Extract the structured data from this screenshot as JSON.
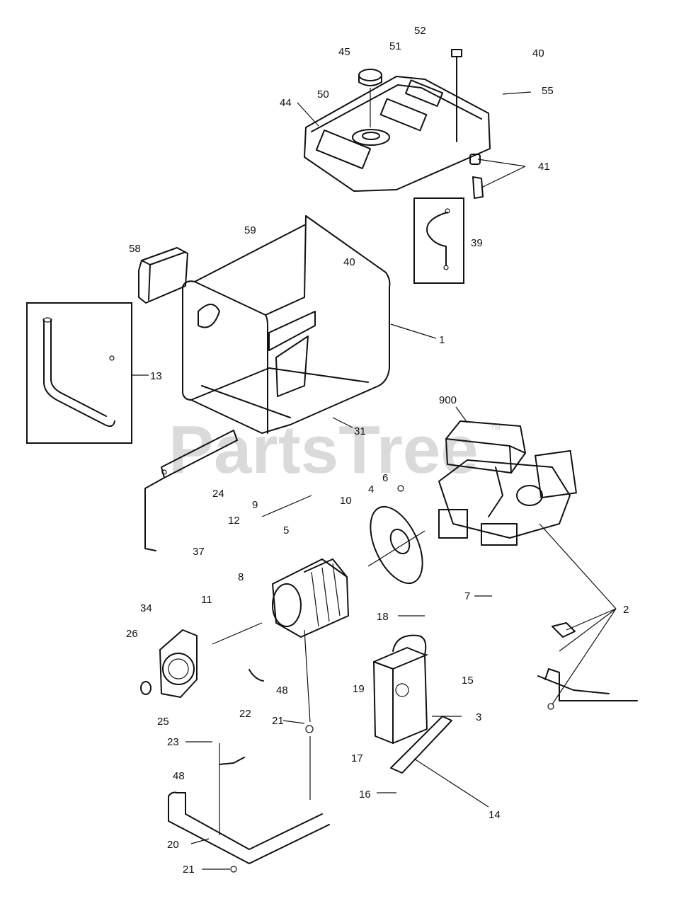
{
  "watermark": {
    "text": "PartsTree",
    "trademark": "™"
  },
  "callouts": {
    "c52": "52",
    "c45": "45",
    "c51": "51",
    "c40a": "40",
    "c55": "55",
    "c44": "44",
    "c50": "50",
    "c41": "41",
    "c39": "39",
    "c59": "59",
    "c58": "58",
    "c40b": "40",
    "c1": "1",
    "c13": "13",
    "c900": "900",
    "c31": "31",
    "c24": "24",
    "c4": "4",
    "c6a": "6",
    "c9": "9",
    "c10": "10",
    "c12": "12",
    "c5": "5",
    "c37": "37",
    "c7": "7",
    "c8": "8",
    "c11": "11",
    "c34": "34",
    "c26": "26",
    "c2": "2",
    "c18": "18",
    "c15": "15",
    "c19": "19",
    "c3": "3",
    "c48a": "48",
    "c22": "22",
    "c25": "25",
    "c21a": "21",
    "c23": "23",
    "c17": "17",
    "c48b": "48",
    "c16": "16",
    "c14": "14",
    "c20": "20",
    "c21b": "21"
  }
}
